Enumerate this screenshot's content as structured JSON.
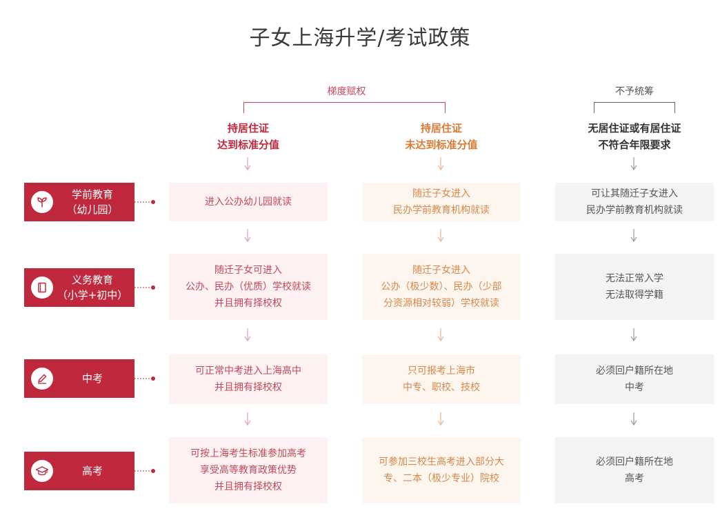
{
  "title": "子女上海升学/考试政策",
  "groups": {
    "tiered": "梯度赋权",
    "none": "不予统筹"
  },
  "columns": [
    {
      "line1": "持居住证",
      "line2": "达到标准分值"
    },
    {
      "line1": "持居住证",
      "line2": "未达到标准分值"
    },
    {
      "line1": "无居住证或有居住证",
      "line2": "不符合年限要求"
    }
  ],
  "colors": {
    "brand": "#c0283d",
    "col1_text": "#c4485a",
    "col2_text": "#d8874a",
    "col3_text": "#555555"
  },
  "stages": [
    {
      "icon": "sprout-icon",
      "label1": "学前教育",
      "label2": "（幼儿园）",
      "cells": [
        [
          "进入公办幼儿园就读"
        ],
        [
          "随迁子女进入",
          "民办学前教育机构就读"
        ],
        [
          "可让其随迁子女进入",
          "民办学前教育机构就读"
        ]
      ]
    },
    {
      "icon": "book-icon",
      "label1": "义务教育",
      "label2": "（小学+初中）",
      "cells": [
        [
          "随迁子女可进入",
          "公办、民办（优质）学校就读",
          "并且拥有择校权"
        ],
        [
          "随迁子女进入",
          "公办（极少数）、民办（少部",
          "分资源相对较弱）学校就读"
        ],
        [
          "无法正常入学",
          "无法取得学籍"
        ]
      ]
    },
    {
      "icon": "pencil-icon",
      "label1": "中考",
      "label2": "",
      "cells": [
        [
          "可正常中考进入上海高中",
          "并且拥有择校权"
        ],
        [
          "只可报考上海市",
          "中专、职校、技校"
        ],
        [
          "必须回户籍所在地",
          "中考"
        ]
      ]
    },
    {
      "icon": "graduation-cap-icon",
      "label1": "高考",
      "label2": "",
      "cells": [
        [
          "可按上海考生标准参加高考",
          "享受高等教育政策优势",
          "并且拥有择校权"
        ],
        [
          "可参加三校生高考进入部分大",
          "专、二本（极少专业）院校"
        ],
        [
          "必须回户籍所在地",
          "高考"
        ]
      ]
    }
  ]
}
